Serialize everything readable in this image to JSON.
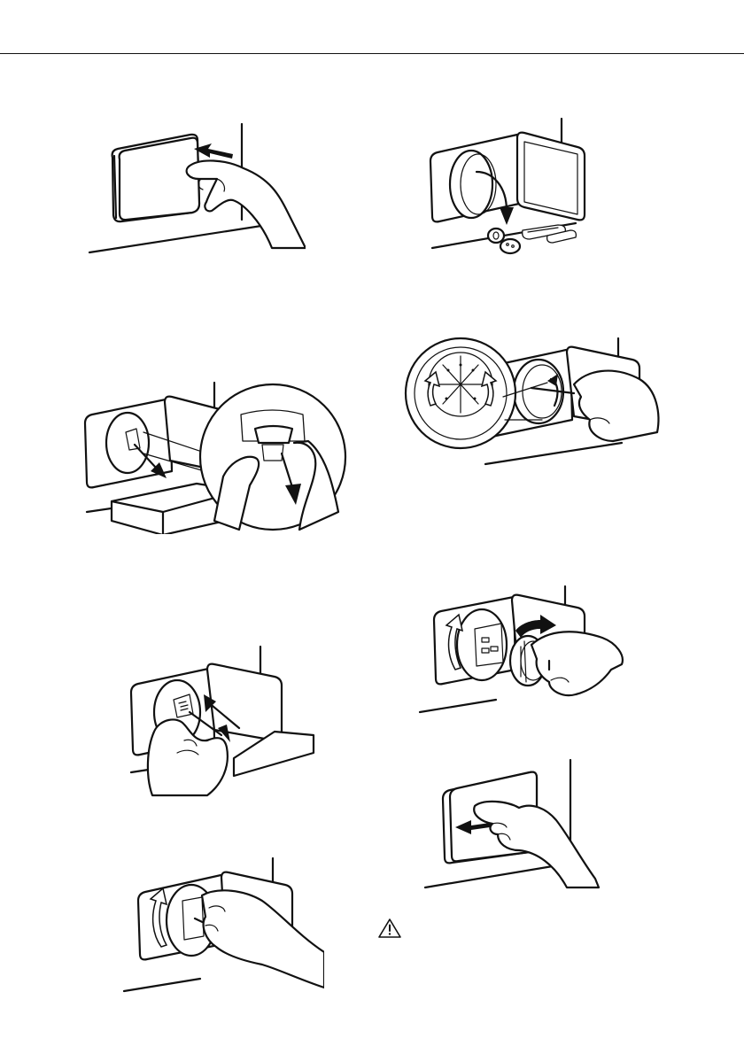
{
  "figures": [
    {
      "name": "step-1-open-flap"
    },
    {
      "name": "step-2-remove-objects"
    },
    {
      "name": "step-3-drain-water"
    },
    {
      "name": "step-4-clean-filter"
    },
    {
      "name": "step-5-remove-filter-insert"
    },
    {
      "name": "step-6-refit-filter"
    },
    {
      "name": "step-7-turn-filter"
    },
    {
      "name": "step-8-close-flap"
    }
  ],
  "icons": {
    "warning": "warning-triangle-icon"
  }
}
